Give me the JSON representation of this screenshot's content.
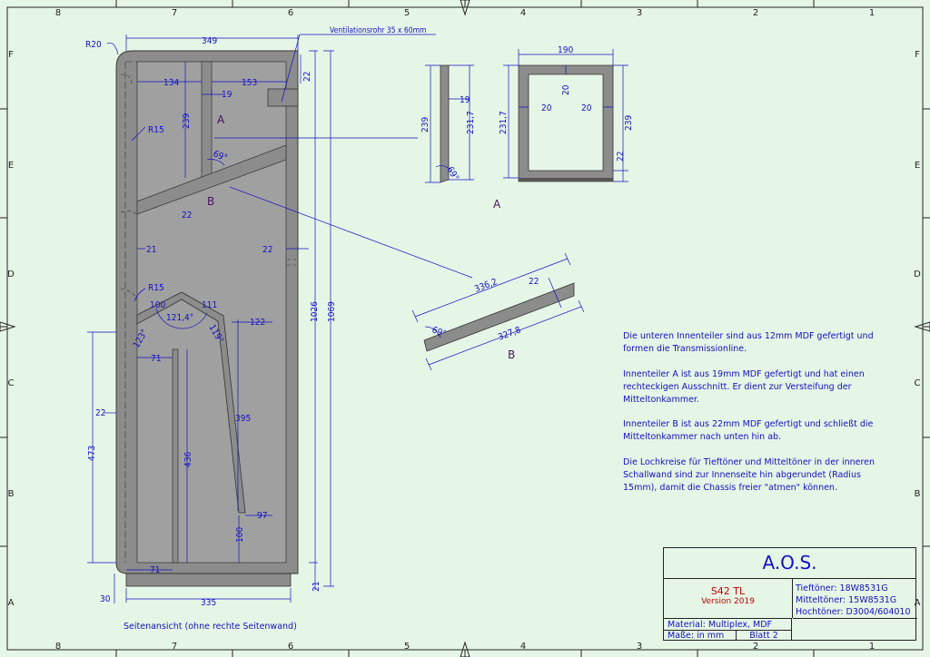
{
  "frame": {
    "columns": [
      "8",
      "7",
      "6",
      "5",
      "4",
      "3",
      "2",
      "1"
    ],
    "rows": [
      "F",
      "E",
      "D",
      "C",
      "B",
      "A"
    ]
  },
  "main_view": {
    "caption": "Seitenansicht (ohne rechte Seitenwand)",
    "callout": "Ventilationsrohr 35 x 60mm",
    "label_a": "A",
    "label_b": "B",
    "dims": {
      "r20": "R20",
      "w349": "349",
      "d134": "134",
      "d153": "153",
      "d19": "19",
      "d239": "239",
      "d22_top": "22",
      "a69": "69°",
      "d22_b": "22",
      "r15_top": "R15",
      "d21_left": "21",
      "d22_right": "22",
      "r15_mid": "R15",
      "d100": "100",
      "d111": "111",
      "a121": "121,4°",
      "a123": "123°",
      "a119": "119°",
      "d122": "122",
      "d71_top": "71",
      "d22_left": "22",
      "d473": "473",
      "d436": "436",
      "d395": "395",
      "d97": "97",
      "d100_bot": "100",
      "d71_bot": "71",
      "d30": "30",
      "d335": "335",
      "d21_bot": "21",
      "h1026": "1026",
      "h1069": "1069"
    }
  },
  "detail_a": {
    "label": "A",
    "dims": {
      "d239_side": "239",
      "d19": "19",
      "d231_side": "231,7",
      "a69": "69°",
      "d190": "190",
      "d20_top": "20",
      "d20_left": "20",
      "d20_right": "20",
      "d231": "231,7",
      "d239": "239",
      "d22": "22"
    }
  },
  "detail_b": {
    "label": "B",
    "dims": {
      "d336": "336,2",
      "d22": "22",
      "a69": "69°",
      "d327": "327,8"
    }
  },
  "notes": [
    "Die unteren Innenteiler sind aus 12mm MDF gefertigt und formen die Transmissionline.",
    "Innenteiler A ist aus 19mm MDF gefertigt und hat einen rechteckigen Ausschnitt. Er dient zur Versteifung der Mitteltonkammer.",
    "Innenteiler B ist aus 22mm MDF gefertigt und schließt die Mitteltonkammer nach unten hin ab.",
    "Die Lochkreise für Tieftöner und Mitteltöner in der inneren Schallwand sind zur Innenseite hin abgerundet (Radius 15mm), damit die Chassis freier \"atmen\" können."
  ],
  "title_block": {
    "company": "A.O.S.",
    "model": "S42 TL",
    "version": "Version 2019",
    "drivers": [
      "Tieftöner: 18W8531G",
      "Mitteltöner: 15W8531G",
      "Hochtöner: D3004/604010"
    ],
    "material": "Material: Multiplex, MDF",
    "units": "Maße: in mm",
    "sheet": "Blatt 2"
  },
  "colors": {
    "background": "#e6f6e6",
    "dimension": "#1010c8",
    "panel": "#8c8c8c",
    "title_red": "#c00000"
  }
}
